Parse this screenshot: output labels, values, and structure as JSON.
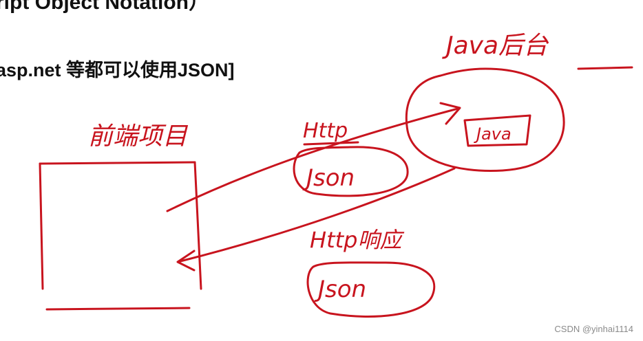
{
  "slide": {
    "line_1": "ript Object Notation）",
    "line_2": "asp.net 等都可以使用JSON]"
  },
  "handwriting": {
    "backend_label": "Java后台",
    "frontend_label": "前端项目",
    "request_label": "Http",
    "request_payload": "Json",
    "response_label": "Http响应",
    "response_payload": "Json",
    "server_box_label": "Java"
  },
  "watermark": "CSDN @yinhai1114",
  "colors": {
    "ink": "#c8141e",
    "text": "#111111",
    "watermark": "#8a8a8a"
  }
}
